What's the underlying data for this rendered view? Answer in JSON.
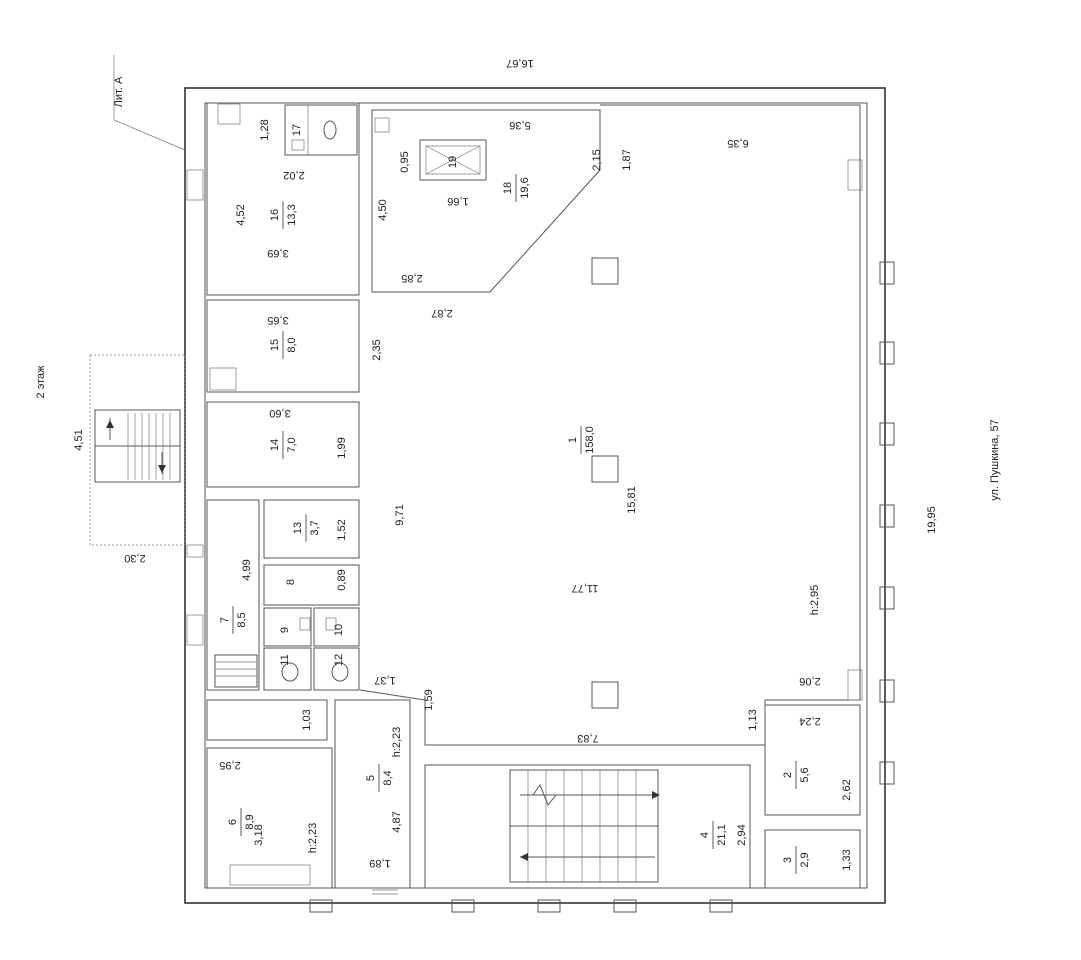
{
  "plan": {
    "floor_label": "2 этаж",
    "street_label": "ул. Пушкина, 57",
    "lit_label": "Лит. А",
    "rooms": [
      {
        "num": "1",
        "area": "158,0"
      },
      {
        "num": "2",
        "area": "5,6"
      },
      {
        "num": "3",
        "area": "2,9"
      },
      {
        "num": "4",
        "area": "21,1"
      },
      {
        "num": "5",
        "area": "8,4"
      },
      {
        "num": "6",
        "area": "8,9"
      },
      {
        "num": "7",
        "area": "8,5"
      },
      {
        "num": "8",
        "area": ""
      },
      {
        "num": "9",
        "area": ""
      },
      {
        "num": "10",
        "area": ""
      },
      {
        "num": "11",
        "area": ""
      },
      {
        "num": "12",
        "area": ""
      },
      {
        "num": "13",
        "area": "3,7"
      },
      {
        "num": "14",
        "area": "7,0"
      },
      {
        "num": "15",
        "area": "8,0"
      },
      {
        "num": "16",
        "area": "13,3"
      },
      {
        "num": "17",
        "area": ""
      },
      {
        "num": "18",
        "area": "19,6"
      },
      {
        "num": "19",
        "area": ""
      }
    ],
    "dimensions": [
      "16,67",
      "19,95",
      "4,51",
      "2,30",
      "15,81",
      "11,77",
      "9,71",
      "7,83",
      "5,36",
      "6,35",
      "2,15",
      "1,87",
      "0,95",
      "1,66",
      "4,50",
      "2,85",
      "2,87",
      "1,28",
      "2,02",
      "4,52",
      "3,69",
      "3,65",
      "2,35",
      "3,60",
      "1,99",
      "1,52",
      "0,89",
      "4,99",
      "1,37",
      "1,59",
      "1,03",
      "h:2,23",
      "4,87",
      "1,89",
      "2,95",
      "3,18",
      "h:2,23",
      "2,94",
      "2,06",
      "h:2,95",
      "2,24",
      "1,13",
      "2,62",
      "1,33"
    ]
  }
}
